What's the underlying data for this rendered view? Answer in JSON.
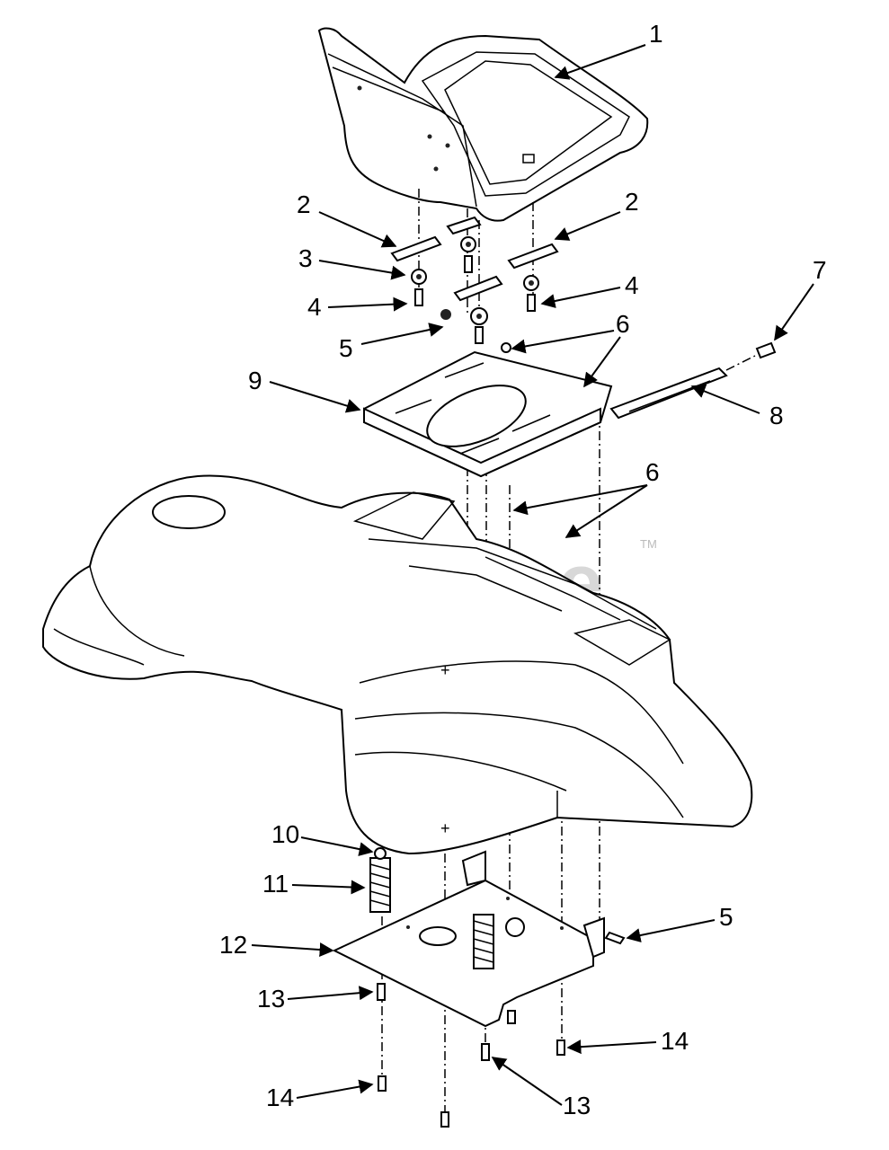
{
  "watermark": {
    "text": "PartsTree",
    "tm": "TM"
  },
  "callouts": [
    "1",
    "2",
    "2",
    "3",
    "4",
    "4",
    "5",
    "6",
    "7",
    "9",
    "8",
    "6",
    "10",
    "11",
    "5",
    "12",
    "13",
    "14",
    "14",
    "13"
  ]
}
